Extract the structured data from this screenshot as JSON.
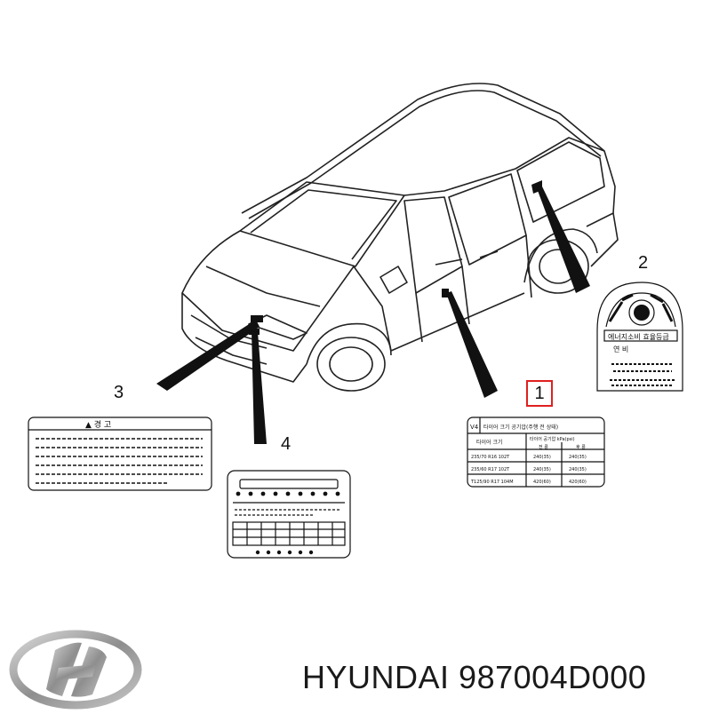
{
  "callouts": {
    "label_1": "1",
    "label_2": "2",
    "label_3": "3",
    "label_4": "4"
  },
  "caption": {
    "brand": "HYUNDAI",
    "part_number": "987004D000"
  },
  "label_warning": {
    "title": "▲ 경 고"
  },
  "label_fuel": {
    "title": "에너지소비 효율등급",
    "row": "연 비"
  },
  "colors": {
    "callout_box": "#e02020",
    "logo_silver": "#9a9a9a"
  }
}
